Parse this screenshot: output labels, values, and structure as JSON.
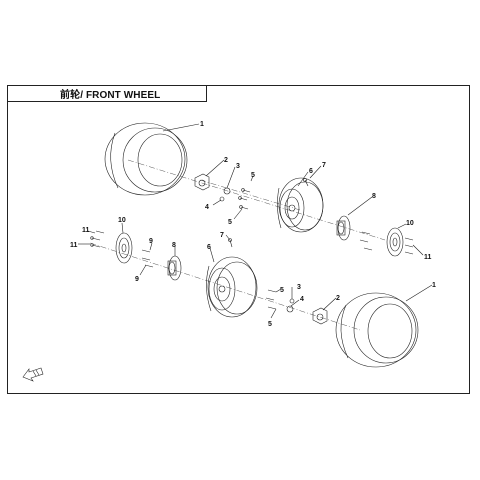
{
  "title": "前轮/ FRONT WHEEL",
  "callouts": {
    "c1a": "1",
    "c2a": "2",
    "c3a": "3",
    "c4a": "4",
    "c5a": "5",
    "c5b": "5",
    "c6a": "6",
    "c7a": "7",
    "c8a": "8",
    "c10a": "10",
    "c11a": "11",
    "c11b": "11",
    "c9a": "9",
    "c9b": "9",
    "c8b": "8",
    "c6b": "6",
    "c7b": "7",
    "c5c": "5",
    "c5d": "5",
    "c3b": "3",
    "c4b": "4",
    "c2b": "2",
    "c10b": "10",
    "c11c": "11",
    "c1b": "1"
  },
  "colors": {
    "line": "#222222",
    "background": "#ffffff"
  },
  "icons": {
    "front_arrow": "front-arrow-icon"
  }
}
